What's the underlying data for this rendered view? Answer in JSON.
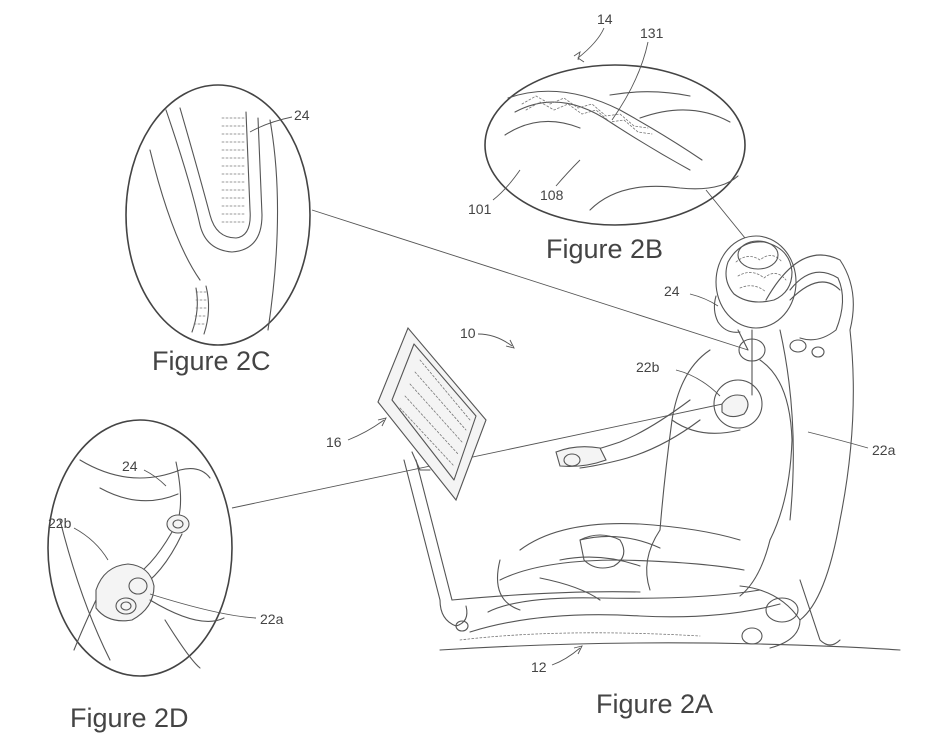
{
  "figure_labels": {
    "fig_2a": "Figure 2A",
    "fig_2b": "Figure 2B",
    "fig_2c": "Figure 2C",
    "fig_2d": "Figure 2D"
  },
  "reference_numerals": {
    "r10": "10",
    "r12": "12",
    "r14": "14",
    "r16": "16",
    "r24_head": "24",
    "r24_2c": "24",
    "r24_2d": "24",
    "r22a_main": "22a",
    "r22a_2d": "22a",
    "r22b_main": "22b",
    "r22b_2d": "22b",
    "r101": "101",
    "r108": "108",
    "r131": "131"
  }
}
